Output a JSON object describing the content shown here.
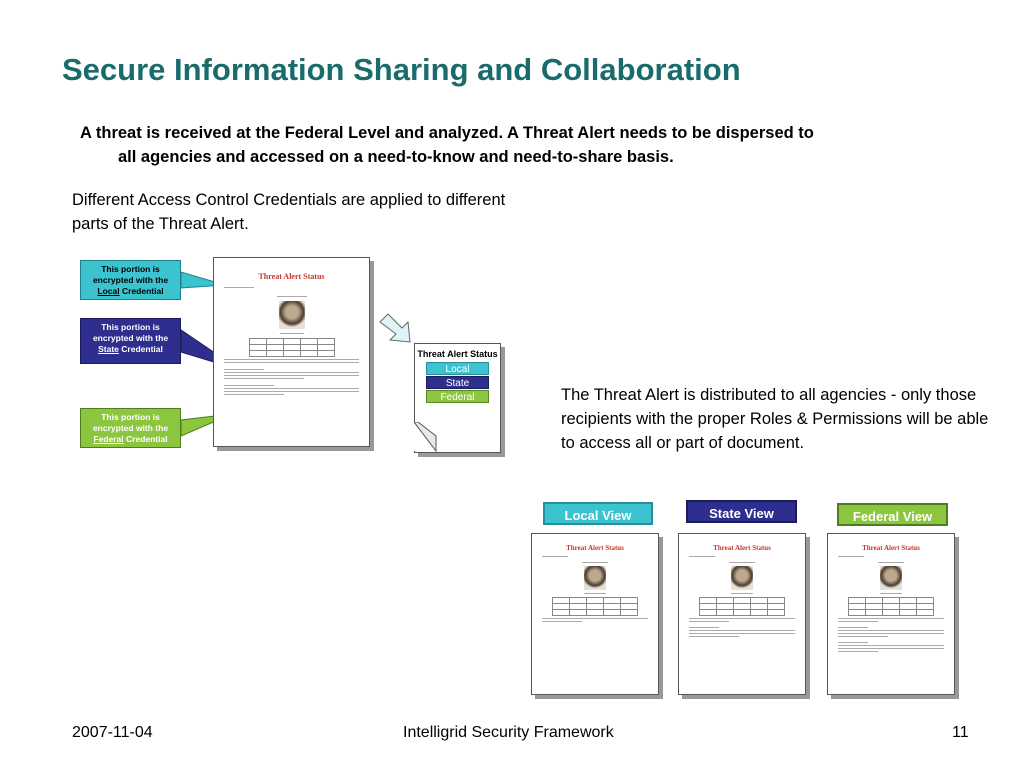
{
  "slide": {
    "title": "Secure Information Sharing and Collaboration",
    "intro_line1": "A threat is received at the Federal Level and analyzed. A Threat Alert needs to be dispersed to",
    "intro_line2": "all agencies and accessed on a need-to-know and need-to-share basis.",
    "credentials_text": "Different Access Control Credentials are applied to different parts of the Threat Alert.",
    "distribution_text": "The Threat Alert is distributed to all agencies - only those recipients with the proper Roles & Permissions will be able to access all or part of document."
  },
  "callouts": {
    "prefix": "This portion is encrypted with the",
    "suffix": "Credential",
    "local": "Local",
    "state": "State",
    "federal": "Federal"
  },
  "document": {
    "title": "Threat Alert Status"
  },
  "alert_box": {
    "title": "Threat Alert Status",
    "bars": [
      "Local",
      "State",
      "Federal"
    ]
  },
  "views": {
    "local": "Local View",
    "state": "State View",
    "federal": "Federal View"
  },
  "colors": {
    "title": "#1a6b6b",
    "local": "#3cc3d0",
    "state": "#2e2e8f",
    "federal": "#8cc63f"
  },
  "footer": {
    "date": "2007-11-04",
    "center": "Intelligrid Security Framework",
    "page": "11"
  }
}
